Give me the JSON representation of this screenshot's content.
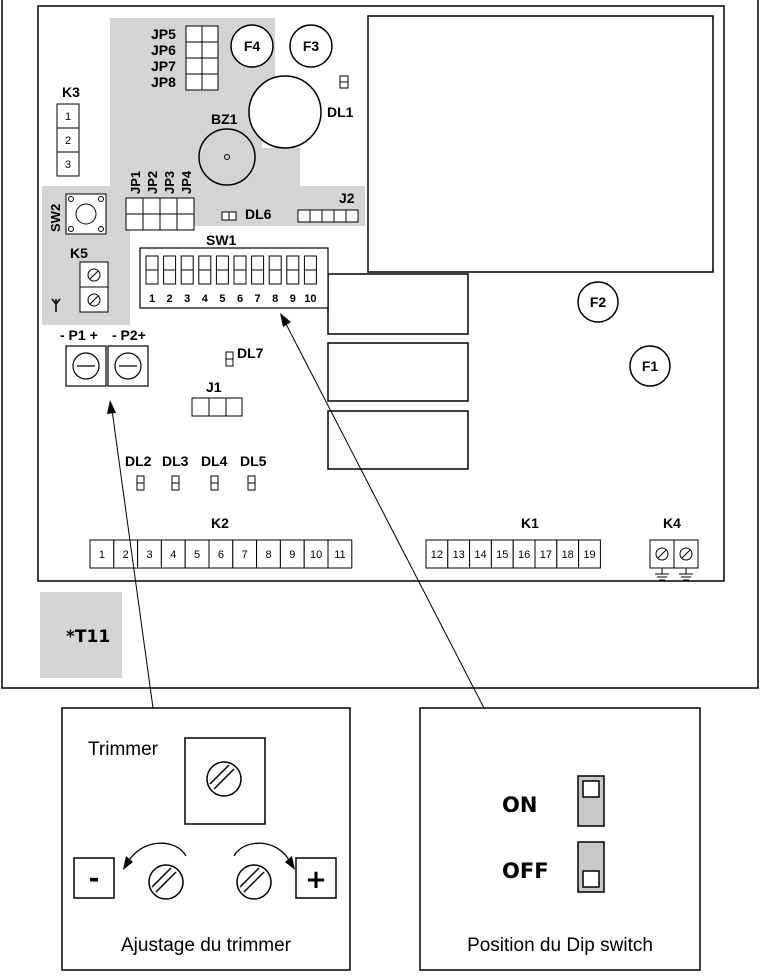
{
  "board": {
    "top_labels": {
      "jp5": "JP5",
      "jp6": "JP6",
      "jp7": "JP7",
      "jp8": "JP8",
      "f4": "F4",
      "f3": "F3",
      "f2": "F2",
      "f1": "F1",
      "dl1": "DL1",
      "bz1": "BZ1",
      "k3": "K3",
      "jp1": "JP1",
      "jp2": "JP2",
      "jp3": "JP3",
      "jp4": "JP4",
      "sw2": "SW2",
      "dl6": "DL6",
      "j2": "J2",
      "sw1": "SW1",
      "k5": "K5",
      "p1": "- P1 +",
      "p2": "- P2+",
      "dl7": "DL7",
      "j1": "J1",
      "dl2": "DL2",
      "dl3": "DL3",
      "dl4": "DL4",
      "dl5": "DL5",
      "k2": "K2",
      "k1": "K1",
      "k4": "K4",
      "t11": "*T11"
    },
    "k3_pins": [
      "1",
      "2",
      "3"
    ],
    "sw1_numbers": [
      "1",
      "2",
      "3",
      "4",
      "5",
      "6",
      "7",
      "8",
      "9",
      "10"
    ],
    "k2_terminals": [
      "1",
      "2",
      "3",
      "4",
      "5",
      "6",
      "7",
      "8",
      "9",
      "10",
      "11"
    ],
    "k1_terminals": [
      "12",
      "13",
      "14",
      "15",
      "16",
      "17",
      "18",
      "19"
    ]
  },
  "trimmer_panel": {
    "title": "Trimmer",
    "minus": "-",
    "plus": "+",
    "caption": "Ajustage du trimmer"
  },
  "dip_panel": {
    "on": "ON",
    "off": "OFF",
    "caption": "Position du Dip switch"
  }
}
